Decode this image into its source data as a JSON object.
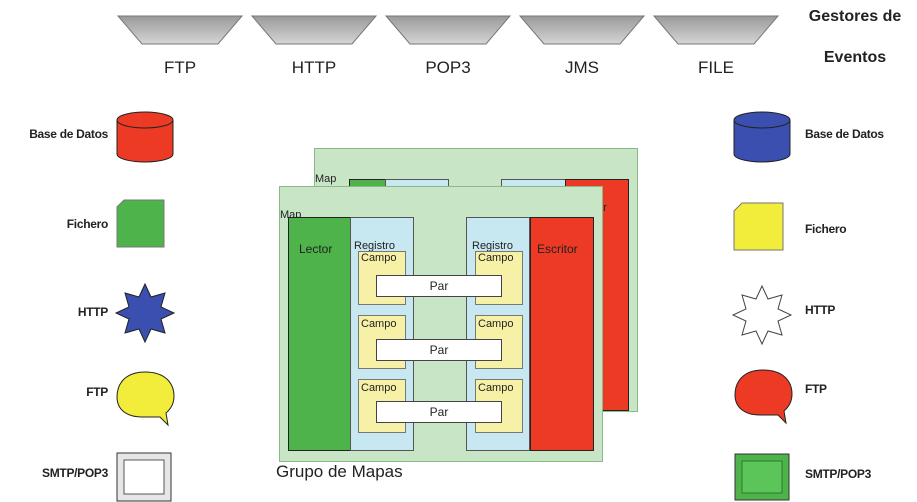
{
  "header": {
    "title_line1": "Gestores de",
    "title_line2": "Eventos",
    "protocols": [
      "FTP",
      "HTTP",
      "POP3",
      "JMS",
      "FILE"
    ]
  },
  "left": {
    "database": "Base de Datos",
    "file": "Fichero",
    "http": "HTTP",
    "ftp": "FTP",
    "smtp": "SMTP/POP3"
  },
  "right": {
    "database": "Base de Datos",
    "file": "Fichero",
    "http": "HTTP",
    "ftp": "FTP",
    "smtp": "SMTP/POP3"
  },
  "group": {
    "back_map_label": "Map",
    "back_writer_label": "ter",
    "front_map_label": "Map",
    "reader": "Lector",
    "writer": "Escritor",
    "record": "Registro",
    "field": "Campo",
    "pair": "Par",
    "caption": "Grupo de Mapas"
  },
  "colors": {
    "red": "#ec3a24",
    "green": "#4db34a",
    "blue": "#3a4fb0",
    "yellow": "#f2ec3a",
    "map_bg": "#c8e6c6",
    "record_bg": "#c7e8f1",
    "field_bg": "#f6f1a6",
    "funnel": "#b3b3b3"
  }
}
